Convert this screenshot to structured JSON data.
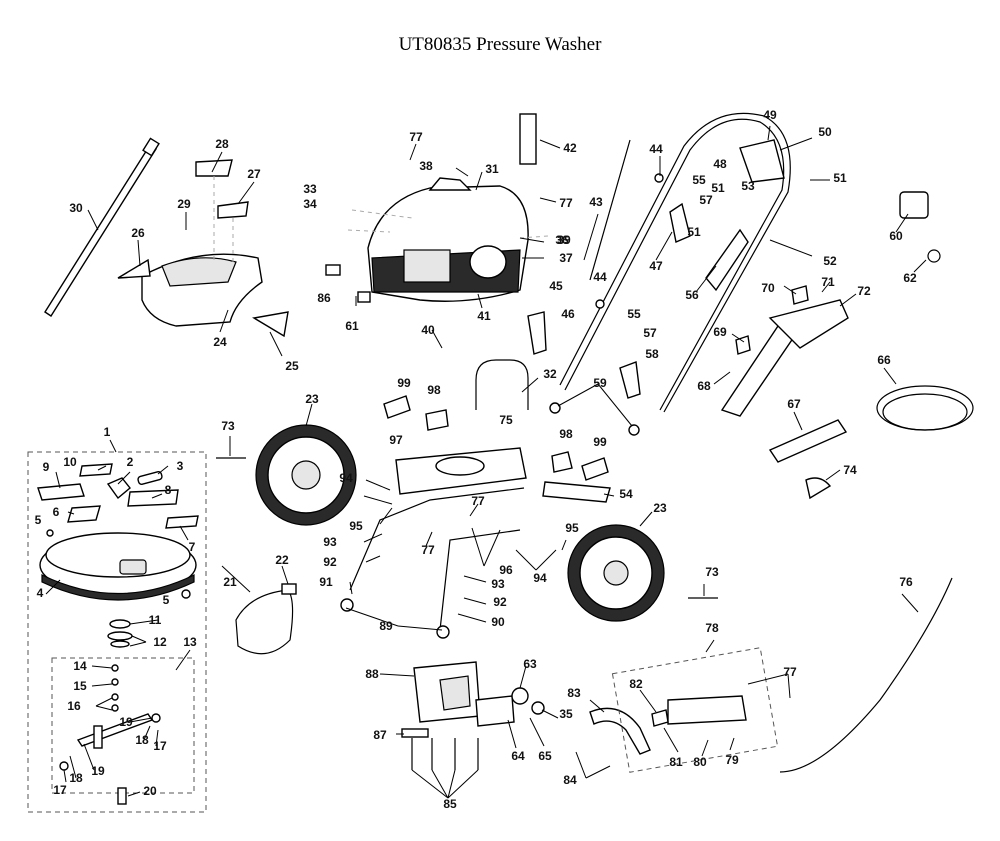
{
  "title": "UT80835 Pressure Washer",
  "part_numbers": [
    "1",
    "2",
    "3",
    "4",
    "5",
    "6",
    "7",
    "8",
    "9",
    "10",
    "11",
    "12",
    "13",
    "14",
    "15",
    "16",
    "17",
    "18",
    "19",
    "20",
    "21",
    "22",
    "23",
    "24",
    "25",
    "26",
    "27",
    "28",
    "29",
    "30",
    "31",
    "32",
    "33",
    "34",
    "35",
    "36",
    "37",
    "38",
    "39",
    "40",
    "41",
    "42",
    "43",
    "44",
    "45",
    "46",
    "47",
    "48",
    "49",
    "50",
    "51",
    "52",
    "53",
    "54",
    "55",
    "56",
    "57",
    "58",
    "59",
    "60",
    "61",
    "62",
    "63",
    "64",
    "65",
    "66",
    "67",
    "68",
    "69",
    "70",
    "71",
    "72",
    "73",
    "74",
    "75",
    "76",
    "77",
    "78",
    "79",
    "80",
    "81",
    "82",
    "83",
    "84",
    "85",
    "86",
    "87",
    "88",
    "89",
    "90",
    "91",
    "92",
    "93",
    "94",
    "95",
    "96",
    "97",
    "98",
    "99"
  ]
}
